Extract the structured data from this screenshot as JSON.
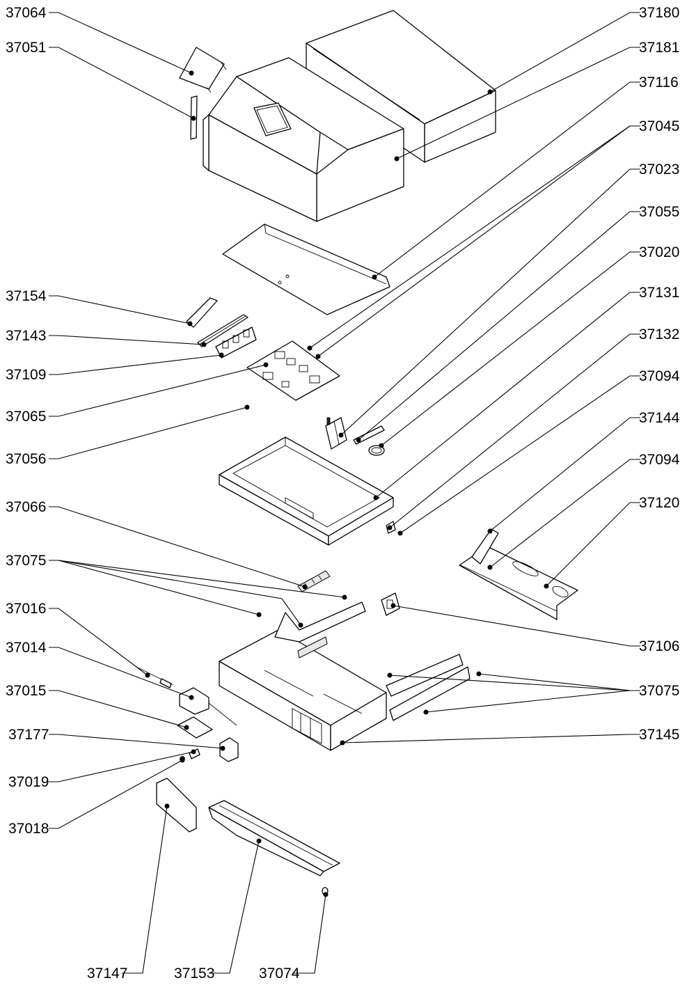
{
  "labels": {
    "l37064": "37064",
    "l37051": "37051",
    "l37154": "37154",
    "l37143": "37143",
    "l37109": "37109",
    "l37065": "37065",
    "l37056": "37056",
    "l37066": "37066",
    "l37075a": "37075",
    "l37016": "37016",
    "l37014": "37014",
    "l37015": "37015",
    "l37177": "37177",
    "l37019": "37019",
    "l37018": "37018",
    "l37147": "37147",
    "l37153": "37153",
    "l37074": "37074",
    "l37180": "37180",
    "l37181": "37181",
    "l37116": "37116",
    "l37045": "37045",
    "l37023": "37023",
    "l37055": "37055",
    "l37020": "37020",
    "l37131": "37131",
    "l37132": "37132",
    "l37094a": "37094",
    "l37144": "37144",
    "l37094b": "37094",
    "l37120": "37120",
    "l37106": "37106",
    "l37075b": "37075",
    "l37145": "37145"
  }
}
